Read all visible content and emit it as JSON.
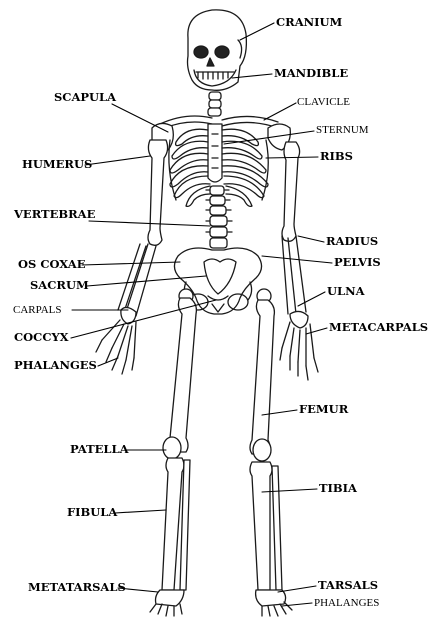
{
  "labels": {
    "cranium": "CRANIUM",
    "mandible": "MANDIBLE",
    "scapula": "SCAPULA",
    "clavicle": "CLAVICLE",
    "sternum": "STERNUM",
    "humerus": "HUMERUS",
    "ribs": "RIBS",
    "vertebrae": "VERTEBRAE",
    "radius": "RADIUS",
    "os_coxae": "OS COXAE",
    "pelvis": "PELVIS",
    "sacrum": "SACRUM",
    "carpals": "CARPALS",
    "ulna": "ULNA",
    "coccyx": "COCCYX",
    "metacarpals": "METACARPALS",
    "phalanges_hand": "PHALANGES",
    "femur": "FEMUR",
    "patella": "PATELLA",
    "tibia": "TIBIA",
    "fibula": "FIBULA",
    "metatarsals": "METATARSALS",
    "tarsals": "TARSALS",
    "phalanges_foot": "PHALANGES"
  }
}
